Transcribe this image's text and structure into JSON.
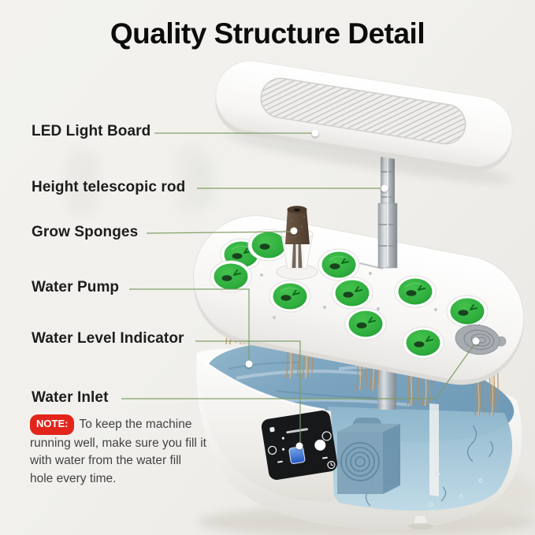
{
  "title": "Quality Structure Detail",
  "callouts": {
    "led": "LED Light Board",
    "rod": "Height telescopic rod",
    "sponges": "Grow Sponges",
    "pump": "Water Pump",
    "level": "Water Level Indicator",
    "inlet": "Water Inlet"
  },
  "note": {
    "badge": "NOTE:",
    "lines": [
      "To keep the machine",
      "running well, make sure you fill it",
      "with water from the water fill",
      "hole every time."
    ]
  },
  "colors": {
    "leader_line": "#7d9c63",
    "note_badge_red": "#e3241b",
    "water_blue": "#7aa3bf",
    "deep_water_blue": "#a6c8da",
    "pod_green": "#2fae3e",
    "sponge_brown": "#5f4a39",
    "panel_black": "#17181a",
    "indicator_blue": "#2e62cf",
    "background": "#f1f0ec"
  }
}
